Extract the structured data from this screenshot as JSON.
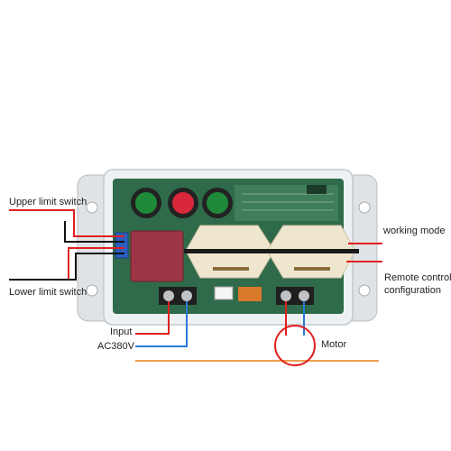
{
  "labels": {
    "upper_limit": "Upper limit switch",
    "lower_limit": "Lower limit switch",
    "working_mode": "working mode",
    "remote_line1": "Remote control",
    "remote_line2": "configuration",
    "input": "Input",
    "ac": "AC380V",
    "motor": "Motor"
  },
  "colors": {
    "wire_red": "#e02020",
    "wire_blue": "#2a78d6",
    "wire_black": "#111111",
    "wire_orange": "#f0a050",
    "case": "#e9ecee",
    "pcb": "#2f6b4a",
    "relay": "#efe6cf",
    "transformer": "#9c3545",
    "button_green": "#1f8a3a",
    "button_red": "#d8283a"
  }
}
